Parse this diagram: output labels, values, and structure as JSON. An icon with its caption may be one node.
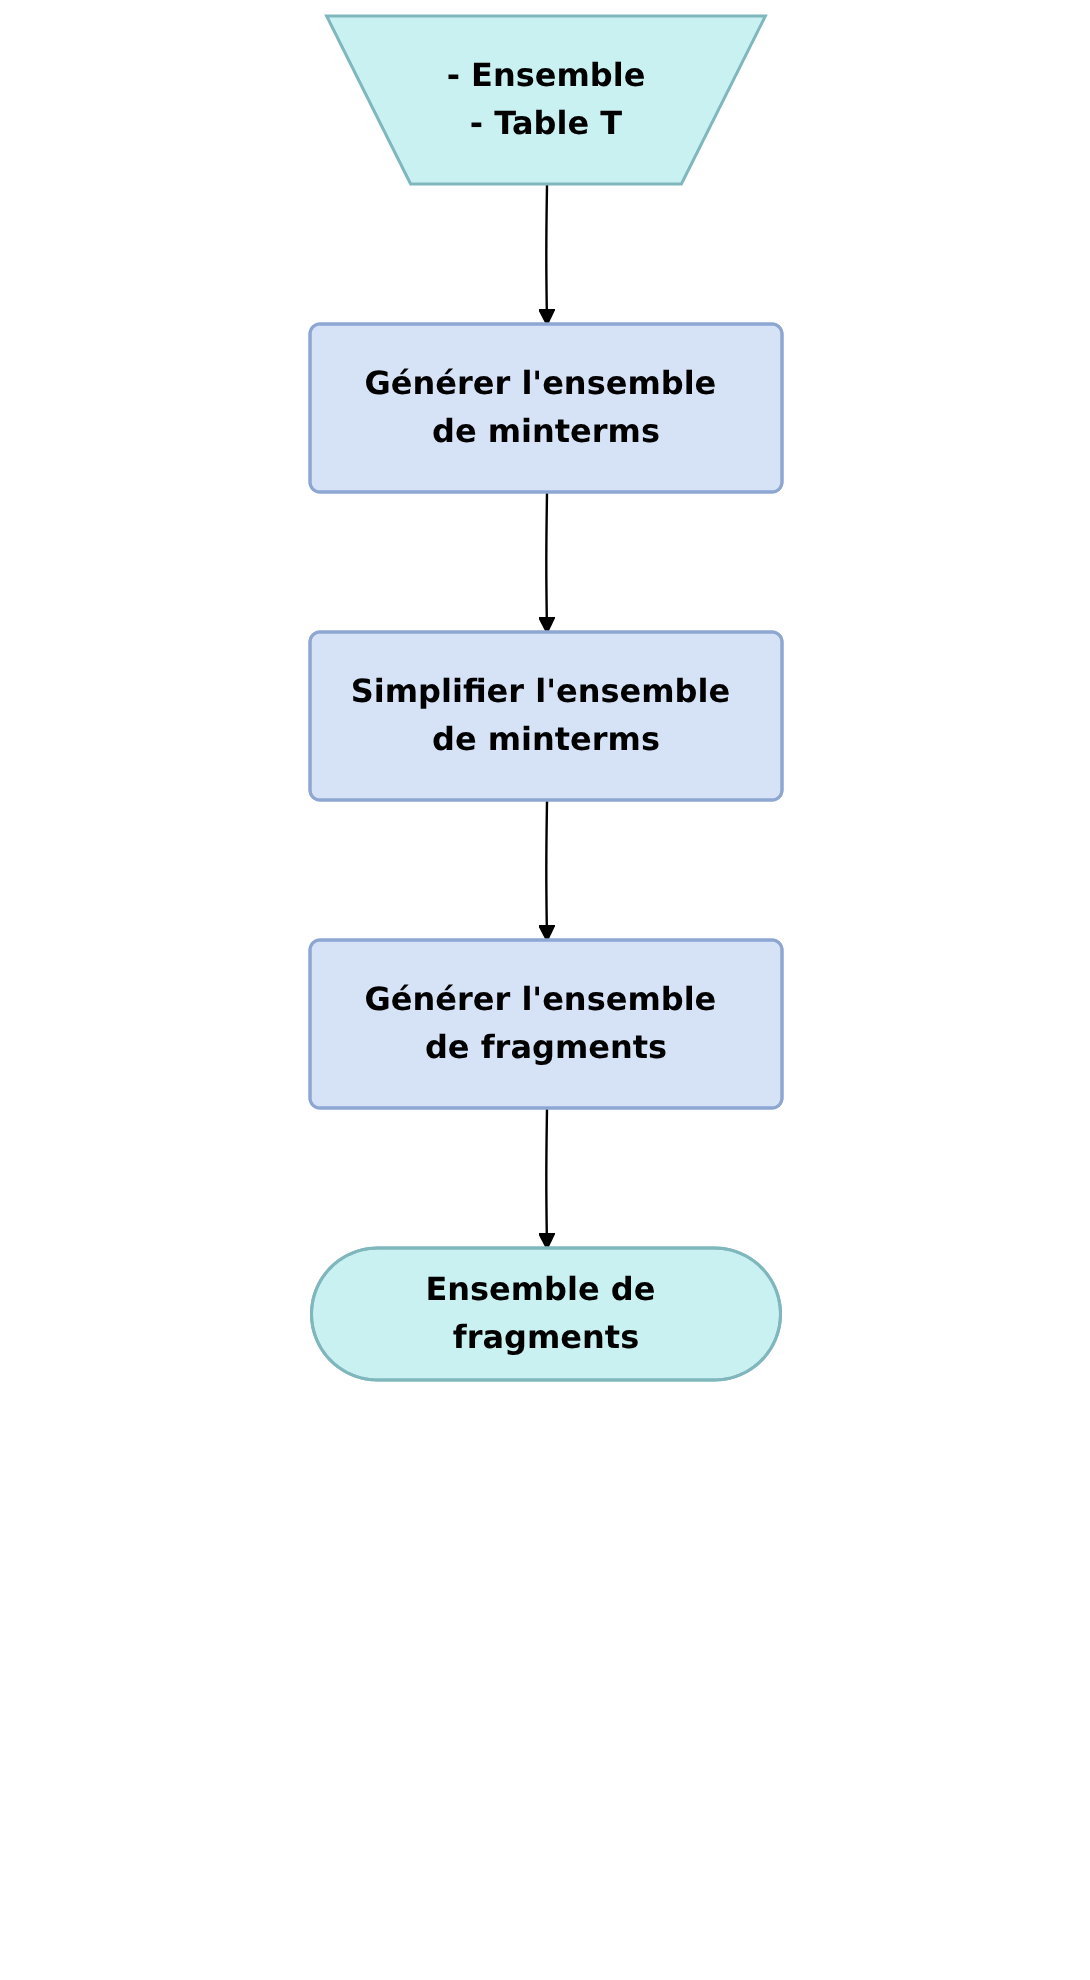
{
  "diagram": {
    "nodes": [
      {
        "text": [
          "- Ensemble",
          "- Table T"
        ]
      },
      {
        "text": [
          "Générer l'ensemble de minterms"
        ]
      },
      {
        "text": [
          "Simplifier l'ensemble de minterms"
        ]
      },
      {
        "text": [
          "Générer l'ensemble de fragments"
        ]
      },
      {
        "text": [
          "Ensemble de fragments"
        ]
      }
    ],
    "edges": [
      {
        "from": 0,
        "to": 1,
        "arrow": "to"
      },
      {
        "from": 1,
        "to": 2,
        "arrow": "to"
      },
      {
        "from": 2,
        "to": 3,
        "arrow": "to"
      },
      {
        "from": 3,
        "to": 4,
        "arrow": "to"
      }
    ]
  }
}
